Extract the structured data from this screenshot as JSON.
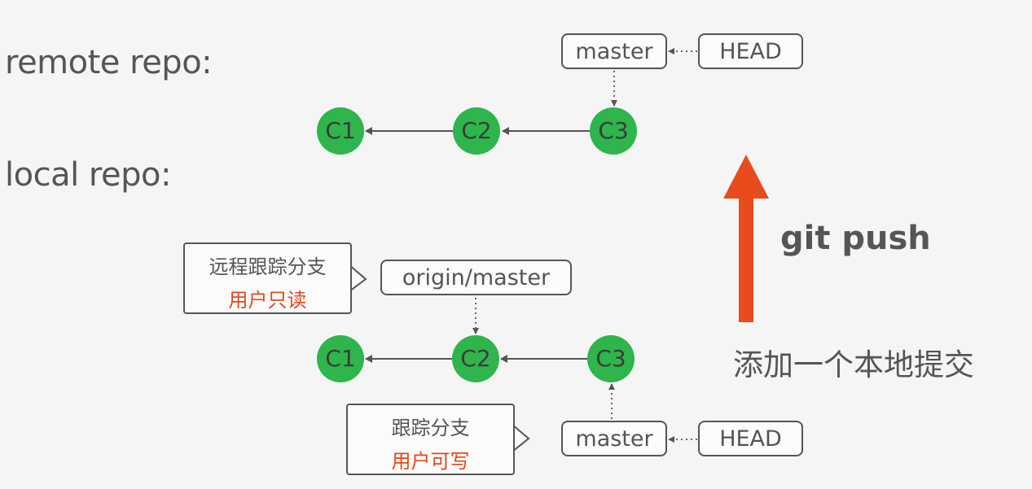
{
  "labels": {
    "remote_repo": "remote repo:",
    "local_repo": "local repo:"
  },
  "remote": {
    "commits": [
      "C1",
      "C2",
      "C3"
    ],
    "branch": "master",
    "head": "HEAD"
  },
  "local": {
    "commits": [
      "C1",
      "C2",
      "C3"
    ],
    "remote_tracking_branch": "origin/master",
    "branch": "master",
    "head": "HEAD",
    "callout_remote_tracking": {
      "title": "远程跟踪分支",
      "note": "用户只读"
    },
    "callout_tracking": {
      "title": "跟踪分支",
      "note": "用户可写"
    }
  },
  "action": {
    "command": "git push",
    "description": "添加一个本地提交"
  },
  "colors": {
    "commit": "#2eb54b",
    "accent": "#e84b1c",
    "text": "#555555",
    "background": "#f5f5f5"
  }
}
